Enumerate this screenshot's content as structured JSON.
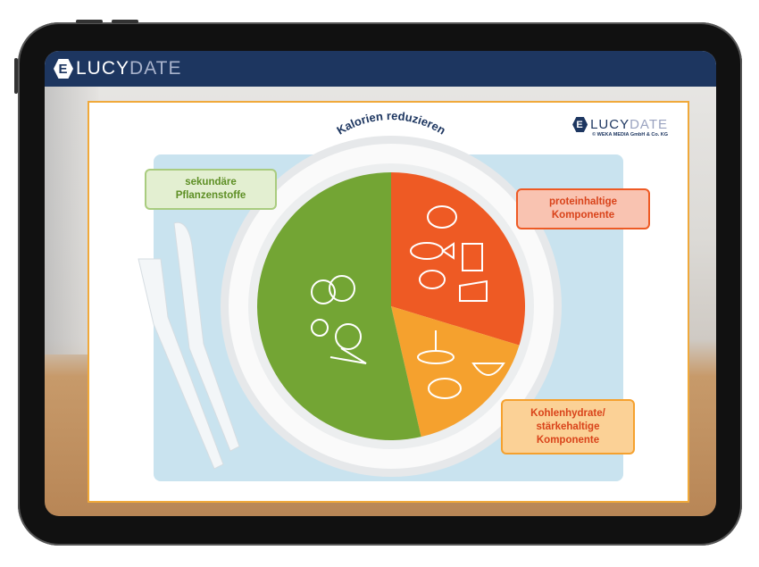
{
  "app": {
    "logo": {
      "part1": "LUCY",
      "part2": "DATE",
      "mark": "E"
    }
  },
  "card": {
    "logo": {
      "part1": "LUCY",
      "part2": "DATE",
      "mark": "E",
      "copyright": "© WEKA MEDIA GmbH & Co. KG"
    },
    "plate_title": "Kalorien reduzieren",
    "labels": {
      "vegetables": [
        "sekundäre",
        "Pflanzenstoffe"
      ],
      "protein": [
        "proteinhaltige",
        "Komponente"
      ],
      "carbs": [
        "Kohlenhydrate/",
        "stärkehaltige",
        "Komponente"
      ]
    },
    "segments": [
      {
        "name": "protein",
        "share": 0.297,
        "color": "#ee5a24"
      },
      {
        "name": "carbs",
        "share": 0.167,
        "color": "#f5a12e"
      },
      {
        "name": "vegetables",
        "share": 0.536,
        "color": "#73a534"
      }
    ],
    "colors": {
      "navy": "#1d3660",
      "mat": "#c9e3ef",
      "veg_label_bg": "#e3efd1",
      "protein_label_bg": "#f9c3b1",
      "carb_label_bg": "#fbd196"
    }
  }
}
